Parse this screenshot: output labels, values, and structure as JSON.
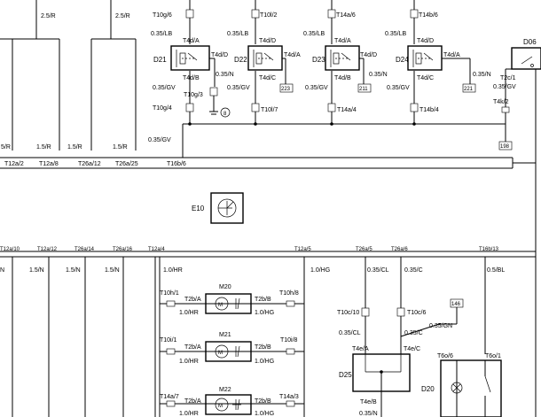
{
  "top_wires": [
    {
      "id": "w1",
      "label": "2.5/R"
    },
    {
      "id": "w2",
      "label": "2.5/R"
    }
  ],
  "relays": [
    {
      "id": "D21",
      "top_conn": "T10g/6",
      "top_wire": "0.35/LB",
      "pin_a": "T4d/A",
      "pin_b": "T4d/B",
      "pin_d": "T4d/D",
      "pin_c": "",
      "out_wire": "0.35/N",
      "bot_wire": "0.35/GV",
      "bot_conn": "T10g/4",
      "mid_conn": "T10g/3",
      "ground": "8",
      "ref": ""
    },
    {
      "id": "D22",
      "top_conn": "T10l/2",
      "top_wire": "0.35/LB",
      "pin_a": "T4d/A",
      "pin_b": "T4d/C",
      "pin_d": "T4d/D",
      "pin_c": "",
      "out_wire": "0.35/GV",
      "bot_wire": "",
      "bot_conn": "T10l/7",
      "mid_conn": "",
      "ground": "",
      "ref": "223"
    },
    {
      "id": "D23",
      "top_conn": "T14a/6",
      "top_wire": "0.35/LB",
      "pin_a": "T4d/A",
      "pin_b": "T4d/B",
      "pin_d": "T4d/D",
      "pin_c": "",
      "out_wire": "0.35/N",
      "bot_wire": "0.35/GV",
      "bot_conn": "T14a/4",
      "mid_conn": "",
      "ground": "",
      "ref": "211"
    },
    {
      "id": "D24",
      "top_conn": "T14b/6",
      "top_wire": "0.35/LB",
      "pin_a": "T4d/D",
      "pin_b": "T4d/C",
      "pin_d": "T4d/A",
      "pin_c": "",
      "out_wire": "0.35/N",
      "bot_wire": "0.35/GV",
      "bot_conn": "T14b/4",
      "mid_conn": "",
      "ground": "",
      "ref": "221"
    }
  ],
  "d06": {
    "id": "D06",
    "pin1": "T2c/1",
    "wire": "0.35/GV",
    "conn": "T4k/2",
    "ref": "198"
  },
  "bus_wire": "0.35/GV",
  "connector_strip": {
    "wires_top": [
      "5/R",
      "1.5/R",
      "1.5/R",
      "1.5/R"
    ],
    "labels": [
      "T12a/2",
      "T12a/8",
      "T26a/12",
      "T26a/25",
      "T16b/6"
    ]
  },
  "e10": {
    "id": "E10"
  },
  "lower_strip": {
    "labels": [
      "T12a/10",
      "T12a/12",
      "T26a/14",
      "T26a/16",
      "T12a/4",
      "T12a/5",
      "T26a/5",
      "T26a/6",
      "T16b/13"
    ]
  },
  "lower_wires": [
    {
      "id": "lw1",
      "label": "N"
    },
    {
      "id": "lw2",
      "label": "1.5/N"
    },
    {
      "id": "lw3",
      "label": "1.5/N"
    },
    {
      "id": "lw4",
      "label": "1.5/N"
    },
    {
      "id": "lw5",
      "label": "1.0/HR"
    },
    {
      "id": "lw6",
      "label": "1.0/HG"
    },
    {
      "id": "lw7",
      "label": "0.35/CL"
    },
    {
      "id": "lw8",
      "label": "0.35/C"
    },
    {
      "id": "lw9",
      "label": "0.5/BL"
    }
  ],
  "motors": [
    {
      "id": "M20",
      "left_conn": "T10h/1",
      "right_conn": "T10h/8",
      "pin_a": "T2b/A",
      "pin_b": "T2b/B",
      "wire_l": "1.0/HR",
      "wire_r": "1.0/HG",
      "symbol": "M"
    },
    {
      "id": "M21",
      "left_conn": "T10i/1",
      "right_conn": "T10i/8",
      "pin_a": "T2b/A",
      "pin_b": "T2b/B",
      "wire_l": "1.0/HR",
      "wire_r": "1.0/HG",
      "symbol": "M"
    },
    {
      "id": "M22",
      "left_conn": "T14a/7",
      "right_conn": "T14a/3",
      "pin_a": "T2b/A",
      "pin_b": "T2b/B",
      "wire_l": "1.0/HR",
      "wire_r": "1.0/HG",
      "symbol": "M"
    }
  ],
  "d25": {
    "id": "D25",
    "conn_l": "T10c/10",
    "conn_r": "T10c/6",
    "wire_l": "0.35/CL",
    "wire_r": "0.35/C",
    "pin_a": "T4e/A",
    "pin_c": "T4e/C",
    "pin_b": "T4e/B",
    "wire_b": "0.35/N",
    "ref_wire": "0.35/GN",
    "ref": "146"
  },
  "d20": {
    "id": "D20",
    "conn_l": "T6o/6",
    "conn_r": "T6o/1"
  }
}
